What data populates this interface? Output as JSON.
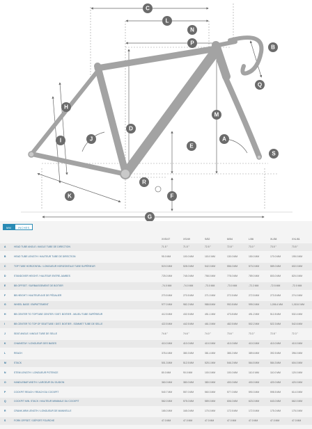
{
  "dimension_letters": [
    "A",
    "B",
    "C",
    "D",
    "E",
    "F",
    "G",
    "H",
    "I",
    "J",
    "K",
    "L",
    "M",
    "N",
    "P",
    "Q",
    "R",
    "S"
  ],
  "units": {
    "active": "MM",
    "inactive": "INCHES"
  },
  "sizes": [
    "XXS/47",
    "XS/49",
    "S/52",
    "M/54",
    "L/56",
    "XL/58",
    "XXL/61"
  ],
  "rows": [
    {
      "letter": "A",
      "label": "HEAD TUBE ANGLE / ANGLE TUBE DE DIRECTION",
      "values": [
        "71.5 °",
        "71.5 °",
        "72.5 °",
        "72.8 °",
        "73.0 °",
        "73.5 °",
        "73.5 °"
      ]
    },
    {
      "letter": "B",
      "label": "HEAD TUBE LENGTH / HAUTEUR TUBE DE DIRECTION",
      "values": [
        "95.0 MM",
        "100.0 MM",
        "115.0 MM",
        "130.0 MM",
        "150.0 MM",
        "170.0 MM",
        "195.0 MM"
      ]
    },
    {
      "letter": "C",
      "label": "TOP TUBE HORIZONTAL / LONGUEUR HORIZONTALE TUBE SUPÉRIEUR",
      "values": [
        "519.0 MM",
        "528.0 MM",
        "542.0 MM",
        "556.0 MM",
        "573.0 MM",
        "589.0 MM",
        "602.0 MM"
      ]
    },
    {
      "letter": "D",
      "label": "STANDOVER HEIGHT / HAUTEUR ENTRE-JAMBES",
      "values": [
        "725.0 MM",
        "745.0 MM",
        "758.0 MM",
        "778.0 MM",
        "789.0 MM",
        "803.0 MM",
        "820.0 MM"
      ]
    },
    {
      "letter": "E",
      "label": "BB OFFSET / SURBAISSEMENT DE BOITIER",
      "values": [
        "-74.0 MM",
        "-74.0 MM",
        "-73.0 MM",
        "-73.0 MM",
        "-72.2 MM",
        "-72.5 MM",
        "-72.0 MM"
      ]
    },
    {
      "letter": "F",
      "label": "BB HEIGHT / HAUTEUR AXE DE PÉDALIER",
      "values": [
        "270.5 MM",
        "270.5 MM",
        "271.0 MM",
        "272.5 MM",
        "272.5 MM",
        "273.5 MM",
        "274.0 MM"
      ]
    },
    {
      "letter": "G",
      "label": "WHEEL BASE / EMPATTEMENT",
      "values": [
        "977.0 MM",
        "982.2 MM",
        "988.8 MM",
        "992.8 MM",
        "999.0 MM",
        "1,006.4 MM",
        "1,015.0 MM"
      ]
    },
    {
      "letter": "H",
      "label": "BB CENTER TO TOPTUBE CENTER / DIST. BOITIER - MILIEU TUBE SUPÉRIEUR",
      "values": [
        "412.5 MM",
        "432.5 MM",
        "451.1 MM",
        "473.8 MM",
        "491.2 MM",
        "512.8 MM",
        "532.4 MM"
      ]
    },
    {
      "letter": "I",
      "label": "BB CENTER TO TOP OF SEATTUBE / DIST. BOITIER - SOMMET TUBE DE SELLE",
      "values": [
        "422.5 MM",
        "442.5 MM",
        "461.0 MM",
        "482.5 MM",
        "502.2 MM",
        "522.3 MM",
        "542.6 MM"
      ]
    },
    {
      "letter": "J",
      "label": "SEAT ANGLE / ANGLE TUBE DE SELLE",
      "values": [
        "74.6 °",
        "74.6 °",
        "74.0 °",
        "73.6 °",
        "73.3 °",
        "72.8 °",
        "72.3 °"
      ]
    },
    {
      "letter": "K",
      "label": "CHAINSTAY / LONGUEUR DES BASES",
      "values": [
        "410.0 MM",
        "410.0 MM",
        "410.0 MM",
        "410.0 MM",
        "410.0 MM",
        "410.0 MM",
        "410.0 MM"
      ]
    },
    {
      "letter": "L",
      "label": "REACH",
      "values": [
        "378.4 MM",
        "380.3 MM",
        "381.4 MM",
        "385.2 MM",
        "389.6 MM",
        "392.5 MM",
        "396.0 MM"
      ]
    },
    {
      "letter": "M",
      "label": "STACK",
      "values": [
        "501.3 MM",
        "512.5 MM",
        "525.1 MM",
        "546.2 MM",
        "564.5 MM",
        "584.3 MM",
        "604.0 MM"
      ]
    },
    {
      "letter": "N",
      "label": "STEM LENGTH / LONGUEUR POTENCE",
      "values": [
        "80.0 MM",
        "90.0 MM",
        "100.0 MM",
        "100.0 MM",
        "110.0 MM",
        "110.0 MM",
        "120.0 MM"
      ]
    },
    {
      "letter": "O",
      "label": "HANDLEBAR WIDTH / LARGEUR DU GUIDON",
      "values": [
        "360.0 MM",
        "380.0 MM",
        "380.0 MM",
        "400.0 MM",
        "400.0 MM",
        "420.0 MM",
        "420.0 MM"
      ]
    },
    {
      "letter": "P",
      "label": "COCKPIT REACH / REACH DU COCKPIT",
      "values": [
        "540.7 MM",
        "557.0 MM",
        "560.3 MM",
        "577.0 MM",
        "590.3 MM",
        "598.5 MM",
        "614.0 MM"
      ]
    },
    {
      "letter": "Q",
      "label": "COCKPIT MIN. STACK / HAUTEUR MINIMALE DU COCKPIT",
      "values": [
        "562.0 MM",
        "575.0 MM",
        "589.0 MM",
        "606.0 MM",
        "623.0 MM",
        "643.0 MM",
        "662.0 MM"
      ]
    },
    {
      "letter": "R",
      "label": "CRANK ARM LENGTH / LONGUEUR DE MANIVELLE",
      "values": [
        "165.0 MM",
        "165.0 MM",
        "170.0 MM",
        "172.5 MM",
        "172.5 MM",
        "175.0 MM",
        "175.0 MM"
      ]
    },
    {
      "letter": "S",
      "label": "FORK OFFSET / DÉPORT FOURCHE",
      "values": [
        "47.0 MM",
        "47.0 MM",
        "47.0 MM",
        "47.0 MM",
        "47.0 MM",
        "47.0 MM",
        "47.0 MM"
      ]
    }
  ],
  "colors": {
    "frame": "#a3a3a3",
    "label_circle": "#6b6b6b",
    "table_accent": "#2a8bb5"
  }
}
